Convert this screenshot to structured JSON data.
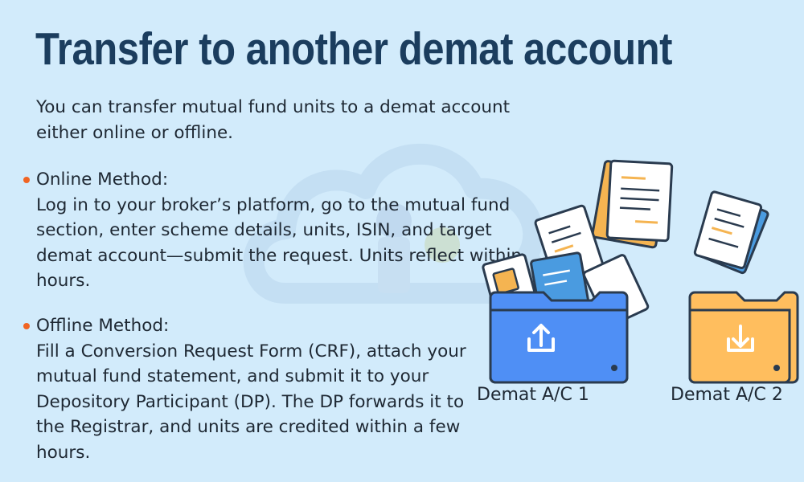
{
  "title": "Transfer to another demat account",
  "intro": "You can transfer mutual fund units to a demat account either online or offline.",
  "methods": [
    {
      "heading": "Online Method:",
      "body": "Log in to your broker’s platform, go to the mutual fund section, enter scheme details, units, ISIN, and target demat account—submit the request. Units reflect within hours."
    },
    {
      "heading": "Offline Method:",
      "body": "Fill a Conversion Request Form (CRF), attach your mutual fund statement, and submit it to your Depository Participant (DP). The DP forwards it to the Registrar, and units are credited within a few hours."
    }
  ],
  "illustration": {
    "folders": [
      {
        "label": "Demat A/C 1",
        "icon": "upload-icon",
        "color": "#4f8ff5"
      },
      {
        "label": "Demat A/C 2",
        "icon": "download-icon",
        "color": "#ffbe5e"
      }
    ],
    "icons": [
      "document-icon",
      "cloud-watermark-icon"
    ]
  },
  "colors": {
    "background": "#d2ebfb",
    "title": "#1b3d5e",
    "bullet": "#f06423",
    "outline": "#2a3b4f"
  }
}
